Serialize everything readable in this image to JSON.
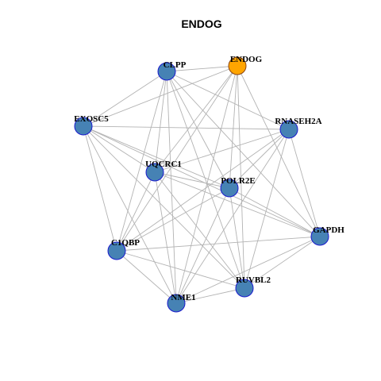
{
  "title": "ENDOG",
  "colors": {
    "node_fill": "#4682B4",
    "node_stroke": "#1A1ACD",
    "focus_fill": "#FFA500",
    "focus_stroke": "#8B4513",
    "edge": "#B3B3B3"
  },
  "nodes": [
    {
      "id": "ENDOG",
      "label": "ENDOG",
      "focus": true
    },
    {
      "id": "CLPP",
      "label": "CLPP"
    },
    {
      "id": "EXOSC5",
      "label": "EXOSC5"
    },
    {
      "id": "RNASEH2A",
      "label": "RNASEH2A"
    },
    {
      "id": "UQCRC1",
      "label": "UQCRC1"
    },
    {
      "id": "POLR2E",
      "label": "POLR2E"
    },
    {
      "id": "GAPDH",
      "label": "GAPDH"
    },
    {
      "id": "C1QBP",
      "label": "C1QBP"
    },
    {
      "id": "RUVBL2",
      "label": "RUVBL2"
    },
    {
      "id": "NME1",
      "label": "NME1"
    }
  ],
  "edges": [
    [
      "ENDOG",
      "CLPP"
    ],
    [
      "ENDOG",
      "EXOSC5"
    ],
    [
      "ENDOG",
      "UQCRC1"
    ],
    [
      "ENDOG",
      "POLR2E"
    ],
    [
      "ENDOG",
      "GAPDH"
    ],
    [
      "ENDOG",
      "C1QBP"
    ],
    [
      "ENDOG",
      "RUVBL2"
    ],
    [
      "ENDOG",
      "NME1"
    ],
    [
      "CLPP",
      "EXOSC5"
    ],
    [
      "CLPP",
      "RNASEH2A"
    ],
    [
      "CLPP",
      "UQCRC1"
    ],
    [
      "CLPP",
      "POLR2E"
    ],
    [
      "CLPP",
      "GAPDH"
    ],
    [
      "CLPP",
      "C1QBP"
    ],
    [
      "CLPP",
      "RUVBL2"
    ],
    [
      "CLPP",
      "NME1"
    ],
    [
      "EXOSC5",
      "RNASEH2A"
    ],
    [
      "EXOSC5",
      "UQCRC1"
    ],
    [
      "EXOSC5",
      "POLR2E"
    ],
    [
      "EXOSC5",
      "GAPDH"
    ],
    [
      "EXOSC5",
      "C1QBP"
    ],
    [
      "EXOSC5",
      "RUVBL2"
    ],
    [
      "EXOSC5",
      "NME1"
    ],
    [
      "RNASEH2A",
      "UQCRC1"
    ],
    [
      "RNASEH2A",
      "POLR2E"
    ],
    [
      "RNASEH2A",
      "GAPDH"
    ],
    [
      "RNASEH2A",
      "C1QBP"
    ],
    [
      "RNASEH2A",
      "RUVBL2"
    ],
    [
      "RNASEH2A",
      "NME1"
    ],
    [
      "UQCRC1",
      "POLR2E"
    ],
    [
      "UQCRC1",
      "GAPDH"
    ],
    [
      "UQCRC1",
      "C1QBP"
    ],
    [
      "UQCRC1",
      "RUVBL2"
    ],
    [
      "UQCRC1",
      "NME1"
    ],
    [
      "POLR2E",
      "GAPDH"
    ],
    [
      "POLR2E",
      "C1QBP"
    ],
    [
      "POLR2E",
      "RUVBL2"
    ],
    [
      "POLR2E",
      "NME1"
    ],
    [
      "GAPDH",
      "C1QBP"
    ],
    [
      "GAPDH",
      "RUVBL2"
    ],
    [
      "GAPDH",
      "NME1"
    ],
    [
      "C1QBP",
      "RUVBL2"
    ],
    [
      "C1QBP",
      "NME1"
    ],
    [
      "RUVBL2",
      "NME1"
    ]
  ]
}
